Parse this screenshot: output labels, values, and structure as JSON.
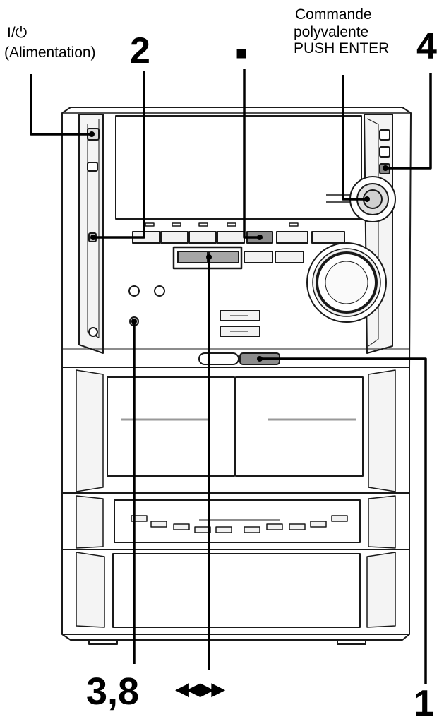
{
  "labels": {
    "power_symbol": "I/⏻",
    "power_name": "(Alimentation)",
    "power_step": "2",
    "multi_line1": "Commande",
    "multi_line2": "polyvalente",
    "multi_line3": "PUSH ENTER",
    "multi_step": "4",
    "stop_symbol": "■",
    "step_bottom_left": "3,8",
    "skip_symbols": "◀◀  ▶▶",
    "step_bottom_right": "1"
  },
  "colors": {
    "outline": "#1a1a1a",
    "panel": "#ffffff",
    "panel_shade": "#e6e6e6",
    "button_fill": "#f2f2f2",
    "highlight_button": "#8c8c8c",
    "leader_line": "#000000"
  }
}
